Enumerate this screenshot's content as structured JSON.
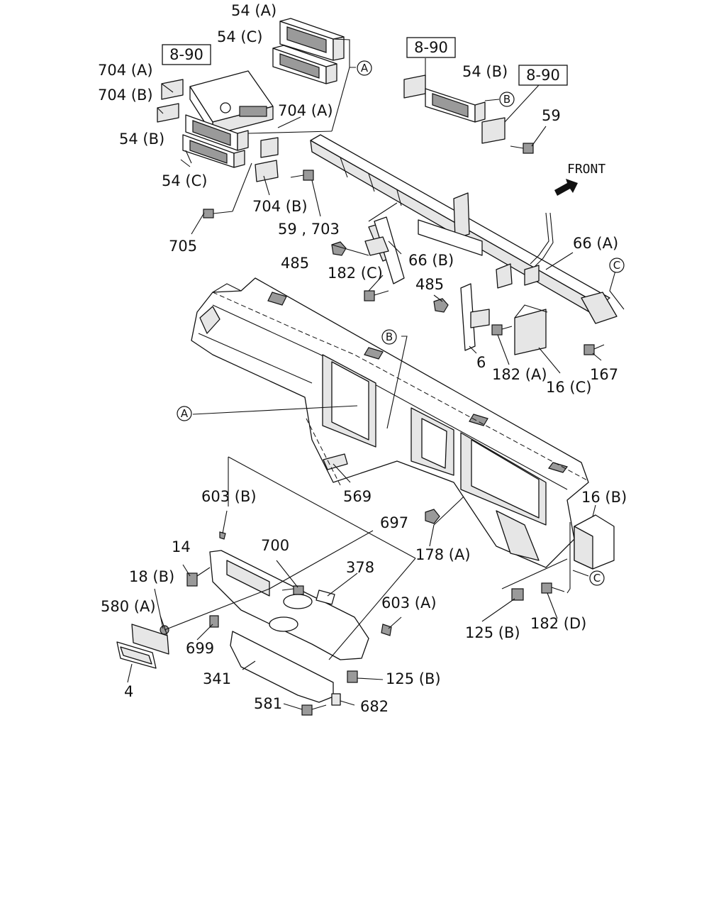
{
  "diagram": {
    "direction_label": "FRONT",
    "ref_boxes": [
      "8-90",
      "8-90",
      "8-90"
    ],
    "ref_circles": [
      "A",
      "B",
      "C",
      "A",
      "B",
      "C"
    ],
    "labels": [
      "54 (A)",
      "54 (C)",
      "704 (A)",
      "704 (B)",
      "54 (B)",
      "54 (C)",
      "704 (A)",
      "704 (B)",
      "705",
      "59 , 703",
      "54 (B)",
      "59",
      "66 (A)",
      "485",
      "66 (B)",
      "182 (C)",
      "485",
      "6",
      "182 (A)",
      "16 (C)",
      "167",
      "569",
      "603 (B)",
      "697",
      "14",
      "700",
      "18 (B)",
      "378",
      "178 (A)",
      "603 (A)",
      "580 (A)",
      "699",
      "4",
      "341",
      "125 (B)",
      "581",
      "682",
      "16 (B)",
      "125 (B)",
      "182 (D)"
    ]
  }
}
